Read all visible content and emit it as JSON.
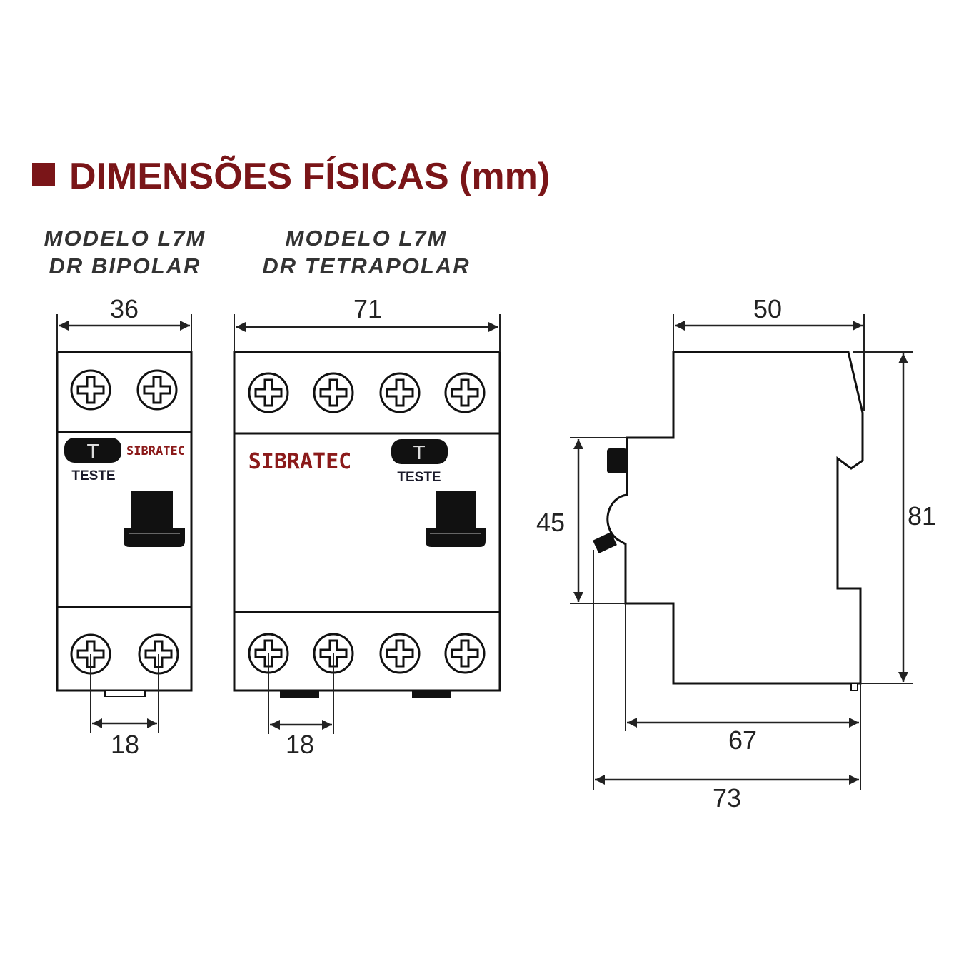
{
  "title": "DIMENSÕES FÍSICAS (mm)",
  "colors": {
    "title": "#7a1518",
    "brand": "#8b1a1a",
    "lines": "#111111"
  },
  "bipolar": {
    "label_line1": "MODELO L7M",
    "label_line2": "DR BIPOLAR",
    "width": "36",
    "terminal_pitch": "18",
    "brand": "SIBRATEC",
    "test_button": "T",
    "test_label": "TESTE"
  },
  "tetrapolar": {
    "label_line1": "MODELO L7M",
    "label_line2": "DR TETRAPOLAR",
    "width": "71",
    "terminal_pitch": "18",
    "brand": "SIBRATEC",
    "test_button": "T",
    "test_label": "TESTE"
  },
  "side_view": {
    "top_depth": "50",
    "front_height": "45",
    "total_height": "81",
    "depth_body": "67",
    "depth_total": "73"
  }
}
